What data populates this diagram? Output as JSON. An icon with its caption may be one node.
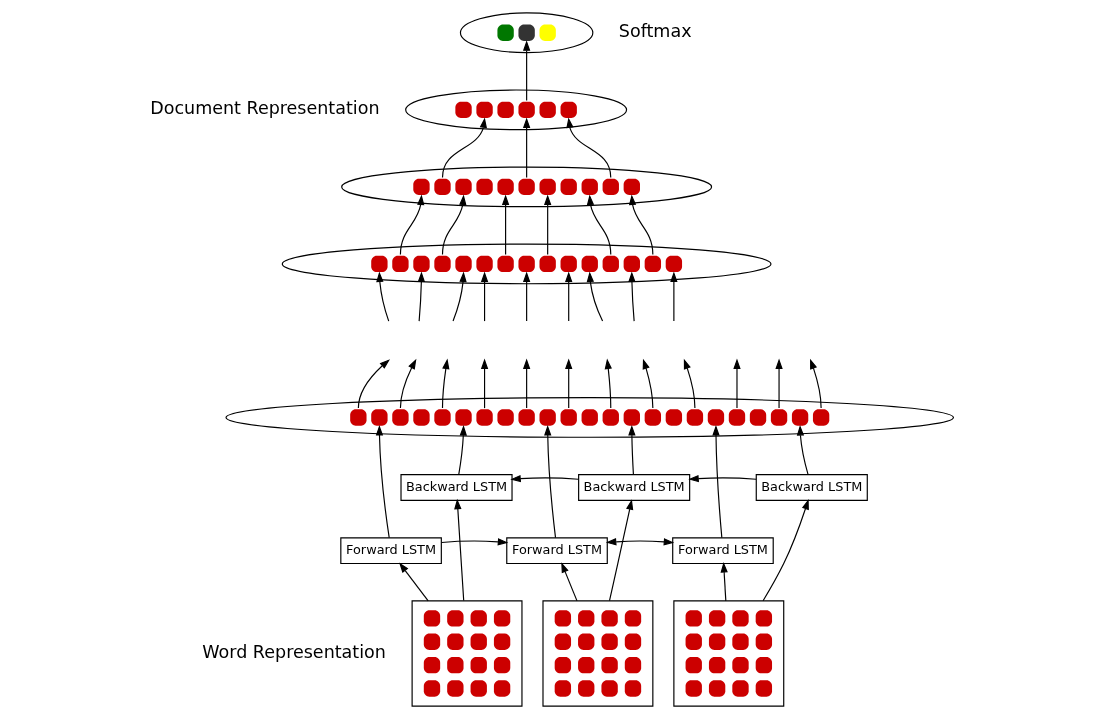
{
  "diagram": {
    "nodes": [
      {
        "text": [],
        "shape": "ellipse",
        "beside": [
          "Softmax"
        ]
      },
      {
        "text": [],
        "shape": "ellipse",
        "beside": [
          "Document Representation"
        ]
      },
      {
        "text": [],
        "shape": "ellipse"
      },
      {
        "text": [],
        "shape": "ellipse"
      },
      {
        "text": [],
        "shape": "ellipse"
      },
      {
        "text": [
          "Backward LSTM"
        ]
      },
      {
        "text": [
          "Backward LSTM"
        ]
      },
      {
        "text": [
          "Backward LSTM"
        ]
      },
      {
        "text": [
          "Forward LSTM"
        ]
      },
      {
        "text": [
          "Forward LSTM"
        ]
      },
      {
        "text": [
          "Forward LSTM"
        ]
      },
      {
        "text": [],
        "shape": "box",
        "beside": [
          "Word Representation"
        ]
      },
      {
        "text": [],
        "shape": "box"
      },
      {
        "text": [],
        "shape": "box"
      }
    ],
    "edges": [
      {
        "from": 1,
        "to": 0,
        "arrow": "to"
      },
      {
        "from": 2,
        "to": 1,
        "arrow": "to"
      },
      {
        "from": 2,
        "to": 1,
        "arrow": "to"
      },
      {
        "from": 2,
        "to": 1,
        "arrow": "to"
      },
      {
        "from": 3,
        "to": 2,
        "arrow": "to"
      },
      {
        "from": 3,
        "to": 2,
        "arrow": "to"
      },
      {
        "from": 3,
        "to": 2,
        "arrow": "to"
      },
      {
        "from": 3,
        "to": 2,
        "arrow": "to"
      },
      {
        "from": 3,
        "to": 2,
        "arrow": "to"
      },
      {
        "from": 3,
        "to": 2,
        "arrow": "to"
      },
      {
        "from": null,
        "to": 3,
        "arrow": "to"
      },
      {
        "from": null,
        "to": 3,
        "arrow": "to"
      },
      {
        "from": null,
        "to": 3,
        "arrow": "to"
      },
      {
        "from": null,
        "to": 3,
        "arrow": "to"
      },
      {
        "from": null,
        "to": 3,
        "arrow": "to"
      },
      {
        "from": null,
        "to": 3,
        "arrow": "to"
      },
      {
        "from": null,
        "to": 3,
        "arrow": "to"
      },
      {
        "from": null,
        "to": 3,
        "arrow": "to"
      },
      {
        "from": null,
        "to": 3,
        "arrow": "to"
      },
      {
        "from": 4,
        "to": null,
        "arrow": "to"
      },
      {
        "from": 4,
        "to": null,
        "arrow": "to"
      },
      {
        "from": 4,
        "to": null,
        "arrow": "to"
      },
      {
        "from": 4,
        "to": null,
        "arrow": "to"
      },
      {
        "from": 4,
        "to": null,
        "arrow": "to"
      },
      {
        "from": 4,
        "to": null,
        "arrow": "to"
      },
      {
        "from": 4,
        "to": null,
        "arrow": "to"
      },
      {
        "from": 4,
        "to": null,
        "arrow": "to"
      },
      {
        "from": 4,
        "to": null,
        "arrow": "to"
      },
      {
        "from": 4,
        "to": null,
        "arrow": "to"
      },
      {
        "from": 4,
        "to": null,
        "arrow": "to"
      },
      {
        "from": 4,
        "to": null,
        "arrow": "to"
      },
      {
        "from": 8,
        "to": 4,
        "arrow": "to"
      },
      {
        "from": 5,
        "to": 4,
        "arrow": "to"
      },
      {
        "from": 9,
        "to": 4,
        "arrow": "to"
      },
      {
        "from": 6,
        "to": 4,
        "arrow": "to"
      },
      {
        "from": 10,
        "to": 4,
        "arrow": "to"
      },
      {
        "from": 7,
        "to": 4,
        "arrow": "to"
      },
      {
        "from": 8,
        "to": 9,
        "arrow": "to"
      },
      {
        "from": 9,
        "to": 10,
        "arrow": "both"
      },
      {
        "from": 7,
        "to": 6,
        "arrow": "to"
      },
      {
        "from": 6,
        "to": 5,
        "arrow": "to"
      },
      {
        "from": 11,
        "to": 8,
        "arrow": "to"
      },
      {
        "from": 11,
        "to": 5,
        "arrow": "to"
      },
      {
        "from": 12,
        "to": 9,
        "arrow": "to"
      },
      {
        "from": 12,
        "to": 6,
        "arrow": "to"
      },
      {
        "from": 13,
        "to": 10,
        "arrow": "to"
      },
      {
        "from": 13,
        "to": 7,
        "arrow": "to"
      }
    ]
  }
}
